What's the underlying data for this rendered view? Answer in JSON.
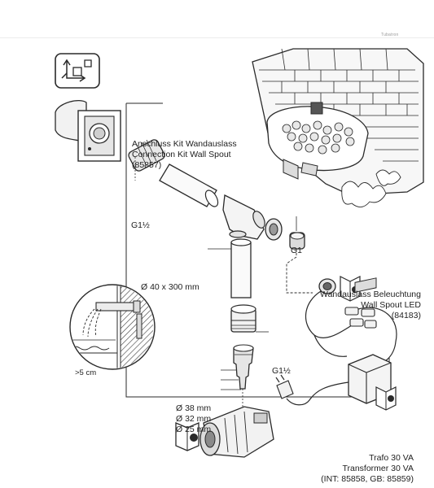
{
  "header": {
    "small_stamp": "Tubatron"
  },
  "labels": {
    "connection_kit": {
      "line1": "Anschluss Kit Wandauslass",
      "line2": "Connection Kit Wall Spout",
      "line3": "(85857)"
    },
    "thread_top": "G1½",
    "thread_g1": "G1",
    "pipe_size": "Ø 40 x 300 mm",
    "spout_led": {
      "line1": "Wandauslass Beleuchtung",
      "line2": "Wall Spout LED",
      "line3": "(84183)"
    },
    "thread_mid": "G1½",
    "gap": ">5 cm",
    "hose_sizes": [
      "Ø 38 mm",
      "Ø 32 mm",
      "Ø 25 mm"
    ],
    "transformer": {
      "line1": "Trafo 30 VA",
      "line2": "Transformer 30 VA",
      "line3": "(INT: 85858, GB: 85859)"
    }
  },
  "colors": {
    "line": "#2a2a2a",
    "light_fill": "#f2f2f2",
    "mid_fill": "#dcdcdc",
    "dark_fill": "#555555",
    "background": "#ffffff"
  },
  "icons": [
    "assembly-cube-icon",
    "manual-book-icon"
  ]
}
